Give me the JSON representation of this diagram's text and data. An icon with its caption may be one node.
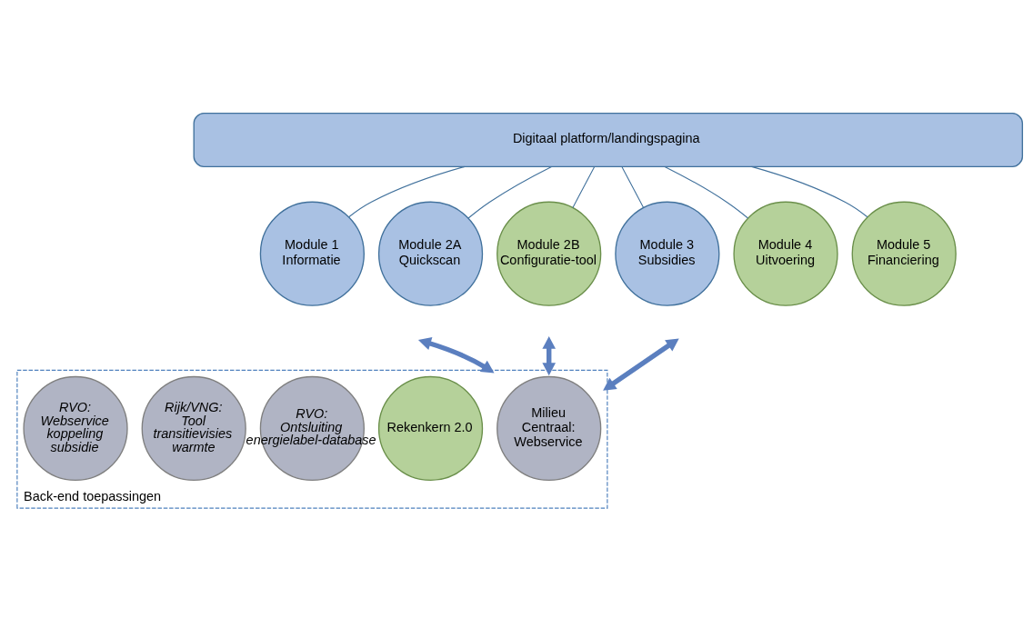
{
  "diagram": {
    "nodes": [
      {
        "text": [
          "Digitaal platform/landingspagina"
        ]
      },
      {
        "text": [
          "Module 1 Informatie"
        ]
      },
      {
        "text": [
          "Module 2A Quickscan"
        ]
      },
      {
        "text": [
          "Module 2B Configuratie-tool"
        ]
      },
      {
        "text": [
          "Module 3 Subsidies"
        ]
      },
      {
        "text": [
          "Module 4 Uitvoering"
        ]
      },
      {
        "text": [
          "Module 5 Financiering"
        ]
      },
      {
        "text": [
          "Back-end toepassingen"
        ]
      },
      {
        "text": [
          "Milieu Centraal: Webservice"
        ],
        "in": 7
      },
      {
        "text": [
          "Rekenkern 2.0"
        ],
        "in": 7
      },
      {
        "text": [
          "RVO: Ontsluiting energielabel-database"
        ],
        "in": 7
      },
      {
        "text": [
          "Rijk/VNG: Tool transitievisies warmte"
        ],
        "in": 7
      },
      {
        "text": [
          "RVO: Webservice koppeling subsidie"
        ],
        "in": 7
      }
    ],
    "edges": [
      {
        "from": 0,
        "to": 1,
        "arrow": "none"
      },
      {
        "from": 0,
        "to": 2,
        "arrow": "none"
      },
      {
        "from": 0,
        "to": 3,
        "arrow": "none"
      },
      {
        "from": 0,
        "to": 4,
        "arrow": "none"
      },
      {
        "from": 0,
        "to": 5,
        "arrow": "none"
      },
      {
        "from": 0,
        "to": 6,
        "arrow": "none"
      },
      {
        "from": null,
        "to": 7,
        "arrow": "both",
        "style": "thick",
        "color": "#5b7fbf"
      },
      {
        "from": null,
        "to": 7,
        "arrow": "both",
        "style": "thick",
        "color": "#5b7fbf"
      },
      {
        "from": null,
        "to": 7,
        "arrow": "both",
        "style": "thick",
        "color": "#5b7fbf"
      }
    ]
  }
}
